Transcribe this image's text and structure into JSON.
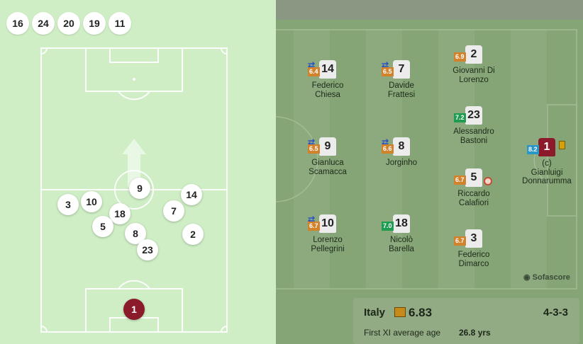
{
  "substitutes_chips": [
    "16",
    "24",
    "20",
    "19",
    "11"
  ],
  "average_positions": [
    {
      "number": "9"
    },
    {
      "number": "14"
    },
    {
      "number": "3"
    },
    {
      "number": "10"
    },
    {
      "number": "7"
    },
    {
      "number": "18"
    },
    {
      "number": "5"
    },
    {
      "number": "8"
    },
    {
      "number": "2"
    },
    {
      "number": "23"
    },
    {
      "number": "1",
      "goalkeeper": true
    }
  ],
  "lineup": {
    "players": [
      {
        "number": "14",
        "name_line1": "Federico",
        "name_line2": "Chiesa",
        "rating": "6.4",
        "rating_color": "#d1822b",
        "substituted": true
      },
      {
        "number": "7",
        "name_line1": "Davide",
        "name_line2": "Frattesi",
        "rating": "6.5",
        "rating_color": "#d1822b",
        "substituted": true
      },
      {
        "number": "2",
        "name_line1": "Giovanni Di",
        "name_line2": "Lorenzo",
        "rating": "6.9",
        "rating_color": "#d1822b",
        "substituted": false
      },
      {
        "number": "23",
        "name_line1": "Alessandro",
        "name_line2": "Bastoni",
        "rating": "7.2",
        "rating_color": "#1f9c52",
        "substituted": false
      },
      {
        "number": "9",
        "name_line1": "Gianluca",
        "name_line2": "Scamacca",
        "rating": "6.5",
        "rating_color": "#d1822b",
        "substituted": true
      },
      {
        "number": "8",
        "name_line1": "Jorginho",
        "name_line2": "",
        "rating": "6.6",
        "rating_color": "#d1822b",
        "substituted": true
      },
      {
        "number": "5",
        "name_line1": "Riccardo",
        "name_line2": "Calafiori",
        "rating": "6.7",
        "rating_color": "#d1822b",
        "substituted": false,
        "own_goal": true
      },
      {
        "number": "10",
        "name_line1": "Lorenzo",
        "name_line2": "Pellegrini",
        "rating": "6.7",
        "rating_color": "#d1822b",
        "substituted": true
      },
      {
        "number": "18",
        "name_line1": "Nicolò",
        "name_line2": "Barella",
        "rating": "7.0",
        "rating_color": "#1f9c52",
        "substituted": false
      },
      {
        "number": "3",
        "name_line1": "Federico",
        "name_line2": "Dimarco",
        "rating": "6.7",
        "rating_color": "#d1822b",
        "substituted": false
      },
      {
        "number": "1",
        "name_line1": "(c)",
        "name_line2": "Gianluigi",
        "name_line3": "Donnarumma",
        "rating": "8.2",
        "rating_color": "#2a97c7",
        "substituted": false,
        "yellow_card": true,
        "goalkeeper": true
      }
    ]
  },
  "watermark": "Sofascore",
  "team_summary": {
    "team": "Italy",
    "rating": "6.83",
    "formation": "4-3-3",
    "age_label": "First XI average age",
    "age_value": "26.8 yrs"
  }
}
